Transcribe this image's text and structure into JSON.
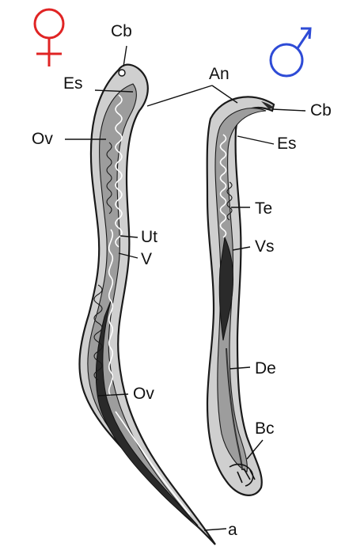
{
  "symbols": {
    "female": {
      "glyph": "♀",
      "color": "#e02424"
    },
    "male": {
      "glyph": "♂",
      "color": "#2e4bd6"
    }
  },
  "female_labels": {
    "cb": "Cb",
    "es": "Es",
    "ov_top": "Ov",
    "ut": "Ut",
    "v": "V",
    "ov_bottom": "Ov",
    "a": "a"
  },
  "shared_labels": {
    "an": "An"
  },
  "male_labels": {
    "cb": "Cb",
    "es": "Es",
    "te": "Te",
    "vs": "Vs",
    "de": "De",
    "bc": "Bc"
  }
}
